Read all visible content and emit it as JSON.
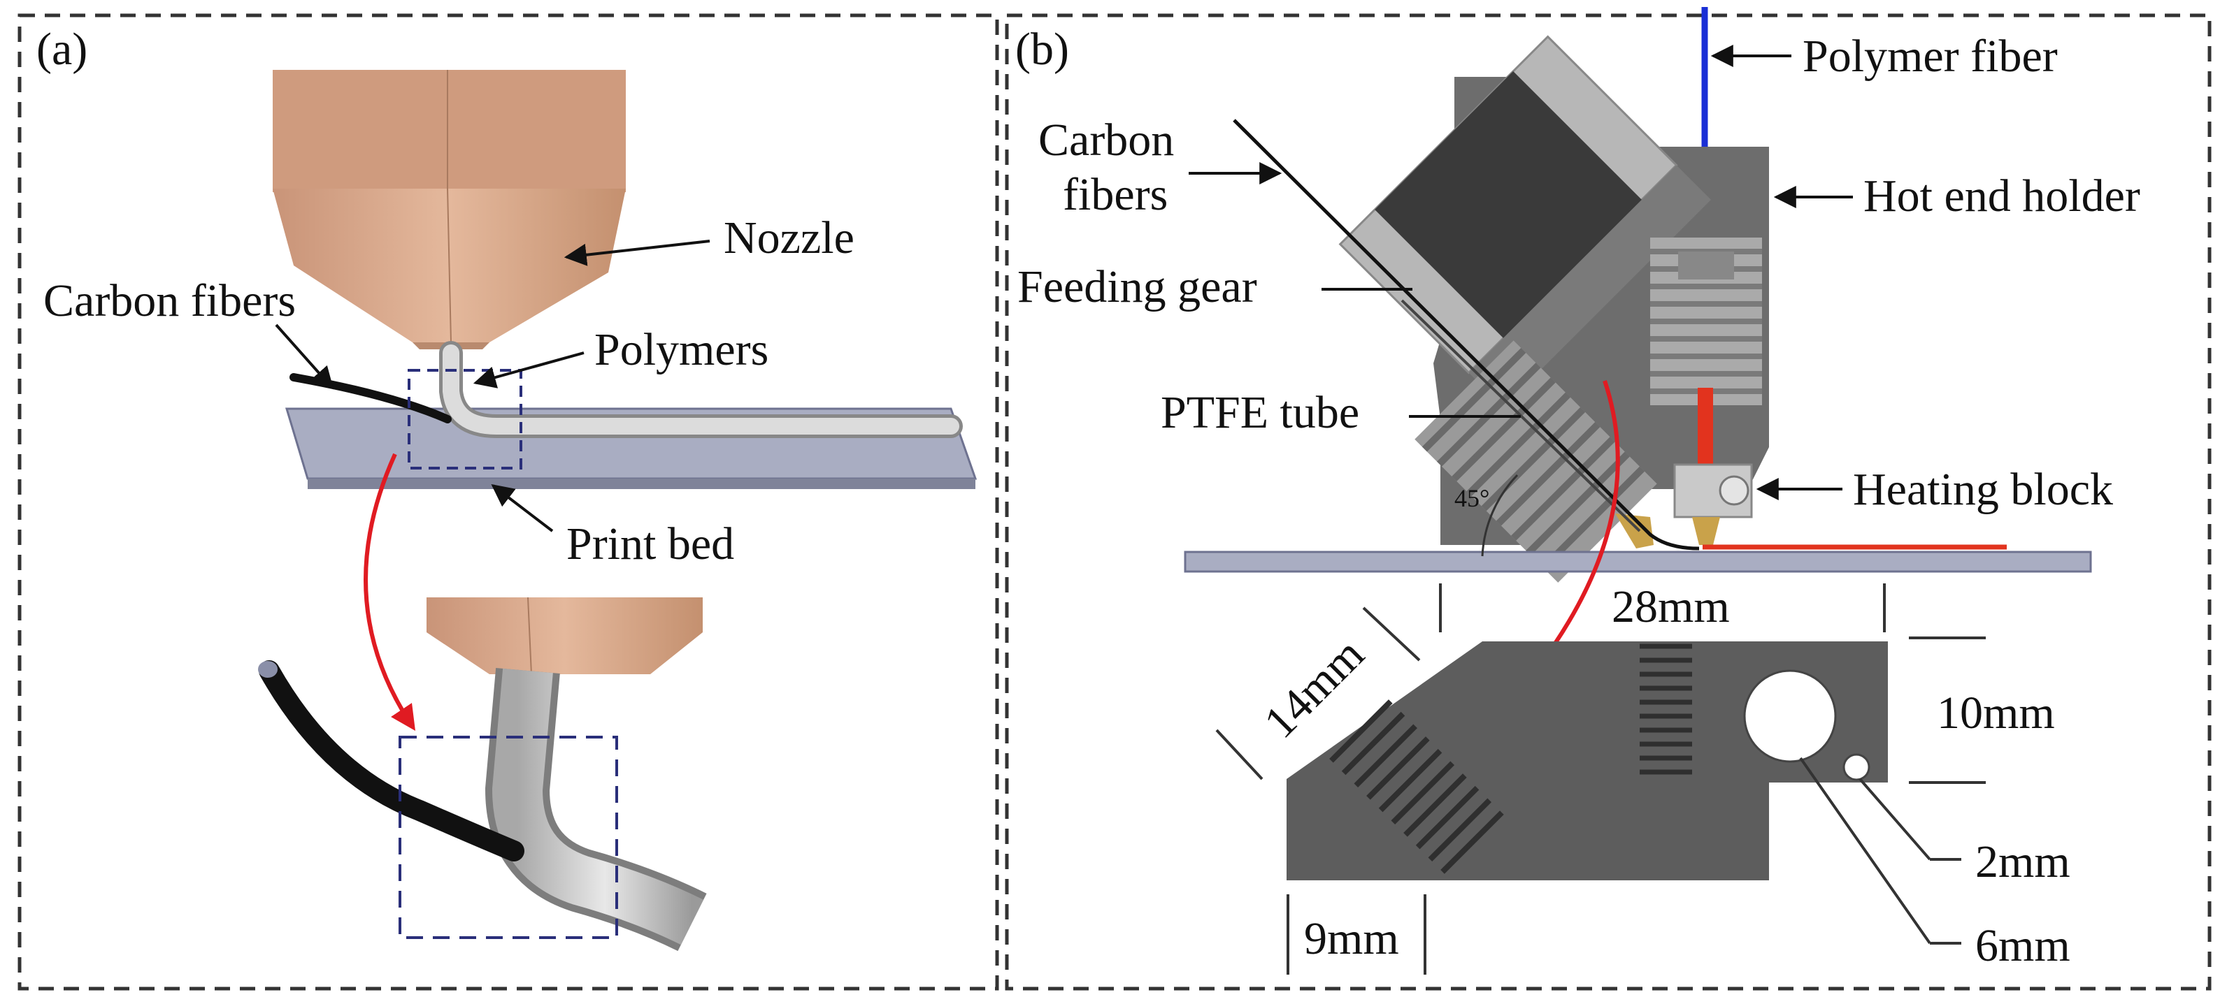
{
  "panels": {
    "a": {
      "tag": "(a)",
      "labels": {
        "nozzle": "Nozzle",
        "carbon_fibers": "Carbon fibers",
        "polymers": "Polymers",
        "print_bed": "Print bed"
      }
    },
    "b": {
      "tag": "(b)",
      "labels": {
        "polymer_fiber": "Polymer fiber",
        "carbon_fibers_line1": "Carbon",
        "carbon_fibers_line2": "fibers",
        "hot_end_holder": "Hot end holder",
        "feeding_gear": "Feeding gear",
        "ptfe_tube": "PTFE tube",
        "heating_block": "Heating block",
        "angle": "45°"
      },
      "dimensions": {
        "d28": "28mm",
        "d14": "14mm",
        "d10": "10mm",
        "d2": "2mm",
        "d6": "6mm",
        "d9": "9mm"
      }
    }
  },
  "colors": {
    "nozzle": "#d9a88a",
    "nozzle_dark": "#b8866a",
    "bed": "#a9adc2",
    "polymer": "#c9c9c9",
    "carbon": "#111111",
    "dashed_box": "#2a2f7a",
    "red_arrow": "#e01b22",
    "polymer_fiber_line": "#1a2fd6",
    "metal_dark": "#555555",
    "metal_mid": "#7a7a7a",
    "hot": "#e2331e"
  }
}
